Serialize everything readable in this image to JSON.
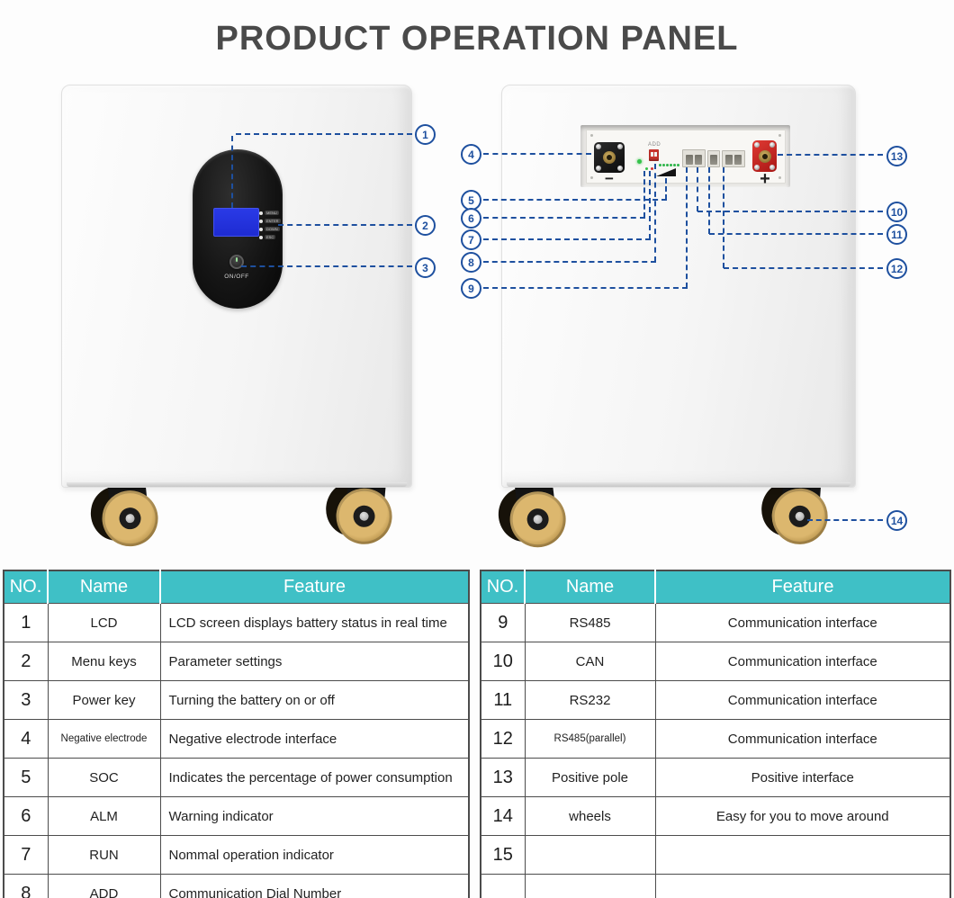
{
  "title": "PRODUCT OPERATION PANEL",
  "front_panel": {
    "menu_keys": [
      "MENU",
      "ENTER",
      "DOWN",
      "ESC"
    ],
    "onoff_label": "ON/OFF"
  },
  "back_panel": {
    "add_label": "ADD",
    "negative_label": "−",
    "positive_label": "+"
  },
  "callouts": {
    "c1": "1",
    "c2": "2",
    "c3": "3",
    "c4": "4",
    "c5": "5",
    "c6": "6",
    "c7": "7",
    "c8": "8",
    "c9": "9",
    "c10": "10",
    "c11": "11",
    "c12": "12",
    "c13": "13",
    "c14": "14"
  },
  "left_table": {
    "headers": [
      "NO.",
      "Name",
      "Feature"
    ],
    "rows": [
      [
        "1",
        "LCD",
        "LCD screen displays battery status in real time"
      ],
      [
        "2",
        "Menu keys",
        "Parameter settings"
      ],
      [
        "3",
        "Power key",
        "Turning the battery on or off"
      ],
      [
        "4",
        "Negative electrode",
        "Negative electrode interface"
      ],
      [
        "5",
        "SOC",
        "Indicates the percentage of power consumption"
      ],
      [
        "6",
        "ALM",
        "Warning indicator"
      ],
      [
        "7",
        "RUN",
        "Nommal operation indicator"
      ],
      [
        "8",
        "ADD",
        "Communication Dial Number"
      ]
    ]
  },
  "right_table": {
    "headers": [
      "NO.",
      "Name",
      "Feature"
    ],
    "rows": [
      [
        "9",
        "RS485",
        "Communication interface"
      ],
      [
        "10",
        "CAN",
        "Communication interface"
      ],
      [
        "11",
        "RS232",
        "Communication interface"
      ],
      [
        "12",
        "RS485(parallel)",
        "Communication interface"
      ],
      [
        "13",
        "Positive pole",
        "Positive interface"
      ],
      [
        "14",
        "wheels",
        "Easy for you to move around"
      ],
      [
        "15",
        "",
        ""
      ],
      [
        "",
        "",
        ""
      ]
    ]
  },
  "colors": {
    "table_header_teal": "#3fc0c6",
    "callout_blue": "#1e509f",
    "lcd_blue": "#2433de"
  }
}
